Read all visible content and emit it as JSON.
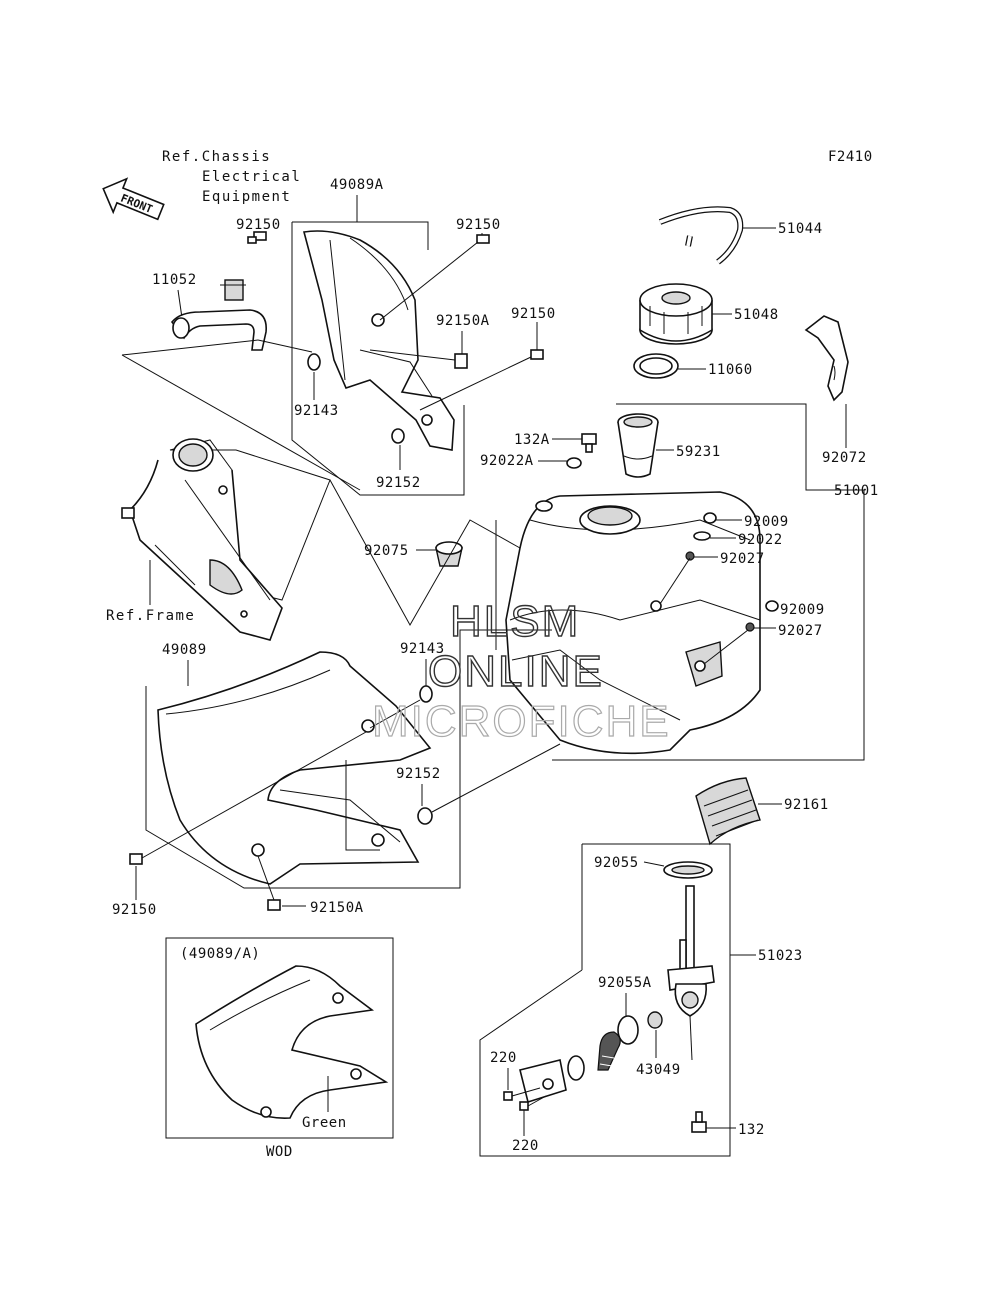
{
  "figure_code": "F2410",
  "front_arrow_label": "FRONT",
  "refs": {
    "chassis_electrical": [
      "Ref.Chassis",
      "Electrical",
      "Equipment"
    ],
    "frame": "Ref.Frame"
  },
  "labels": {
    "l_92150_a": "92150",
    "l_11052": "11052",
    "l_49089A": "49089A",
    "l_92150_b": "92150",
    "l_92150A_a": "92150A",
    "l_92150_c": "92150",
    "l_92143_a": "92143",
    "l_92152_a": "92152",
    "l_51044": "51044",
    "l_51048": "51048",
    "l_11060": "11060",
    "l_92072": "92072",
    "l_132A": "132A",
    "l_92022A": "92022A",
    "l_59231": "59231",
    "l_51001": "51001",
    "l_92009_a": "92009",
    "l_92022": "92022",
    "l_92027_a": "92027",
    "l_92075": "92075",
    "l_92009_b": "92009",
    "l_92027_b": "92027",
    "l_49089": "49089",
    "l_92143_b": "92143",
    "l_92152_b": "92152",
    "l_92161": "92161",
    "l_92150_d": "92150",
    "l_92150A_b": "92150A",
    "l_92055": "92055",
    "l_51023": "51023",
    "l_92055A": "92055A",
    "l_220_a": "220",
    "l_43049": "43049",
    "l_220_b": "220",
    "l_132": "132"
  },
  "inset": {
    "title": "(49089/A)",
    "color_note": "Green",
    "model": "WOD"
  },
  "watermark": {
    "line1": "HLSM",
    "line2": "ONLINE",
    "line3": "MICROFICHE"
  }
}
